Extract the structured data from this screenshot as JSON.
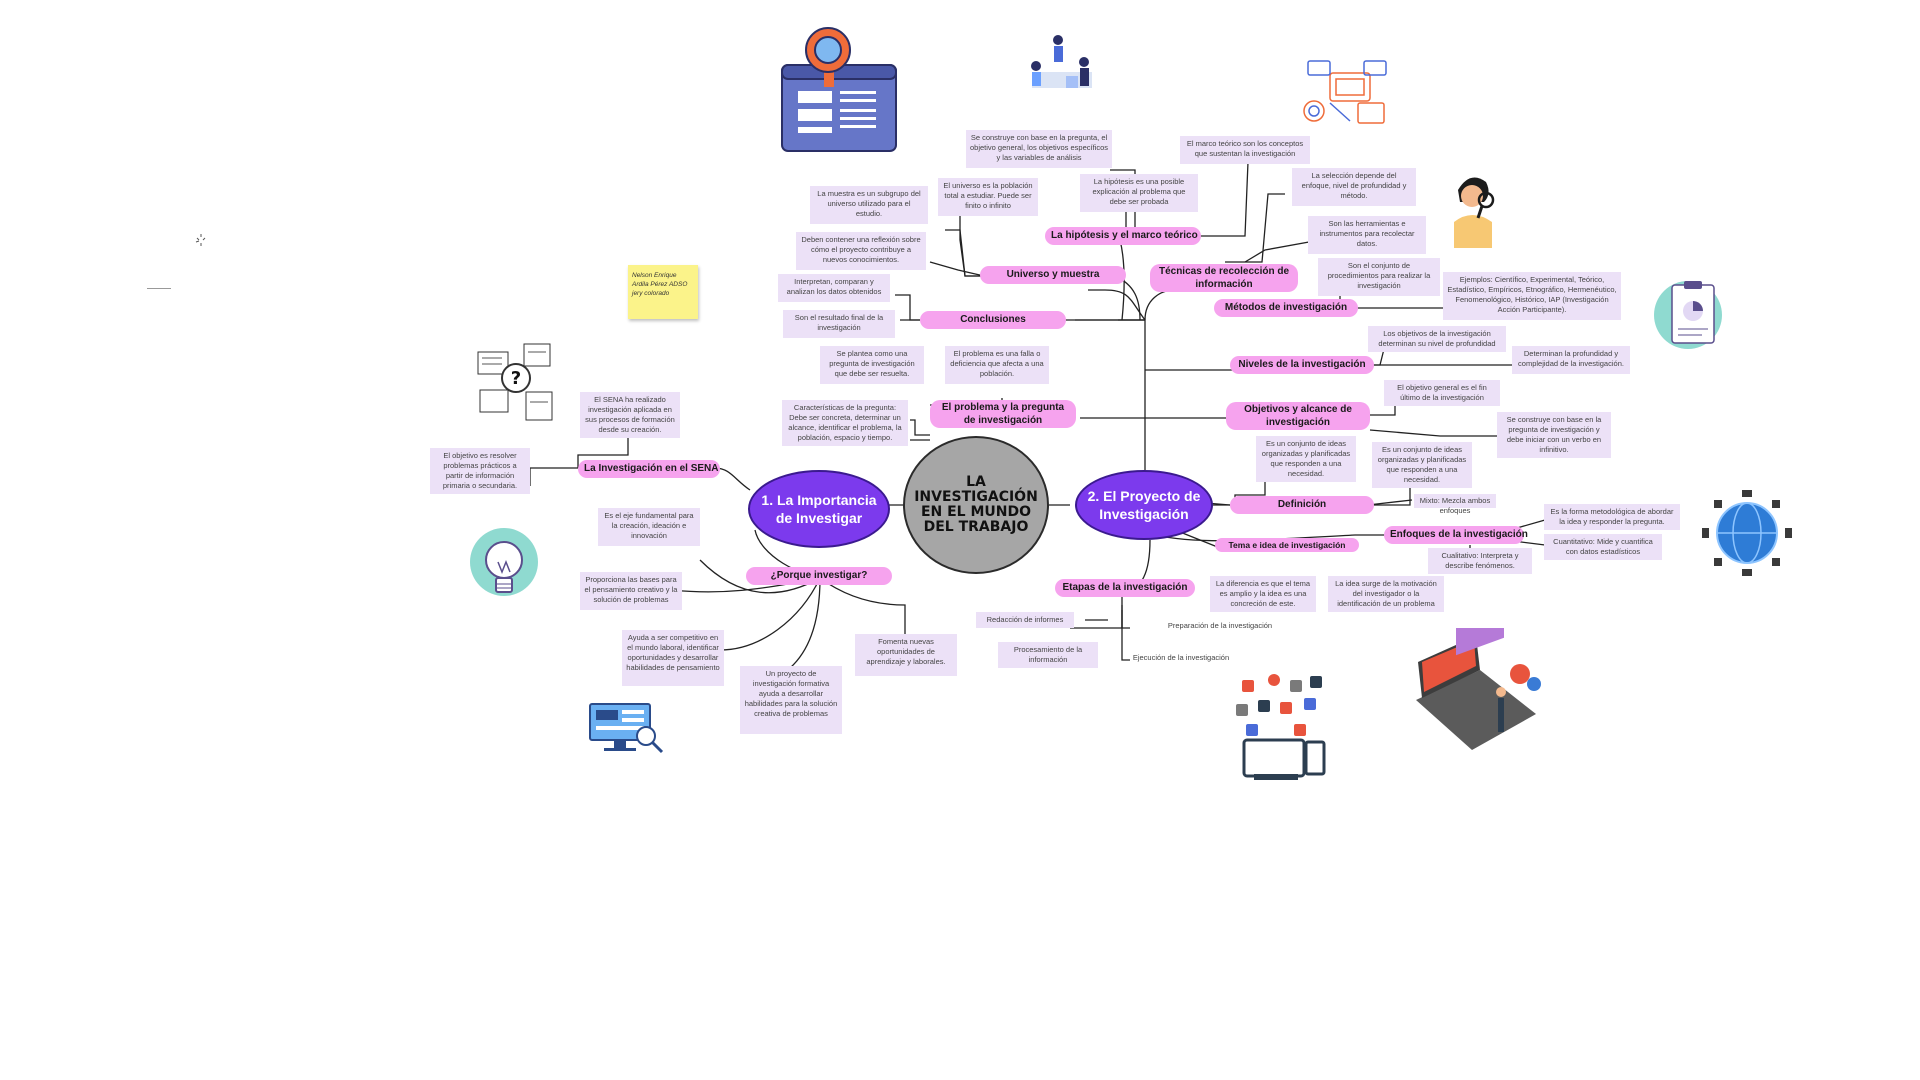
{
  "center": {
    "title": "LA INVESTIGACIÓN EN EL MUNDO DEL TRABAJO"
  },
  "hubs": {
    "left": "1. La Importancia de Investigar",
    "right": "2. El Proyecto de Investigación"
  },
  "sticky_note": "Nelson Enrique Ardila Pérez ADSO jery colorado",
  "topics": {
    "sena": "La Investigación en el SENA",
    "porque": "¿Porque investigar?",
    "problema": "El problema y la pregunta de investigación",
    "conclusiones": "Conclusiones",
    "universo": "Universo y muestra",
    "hipotesis": "La hipótesis y el marco teórico",
    "tecnicas": "Técnicas de recolección de información",
    "metodos": "Métodos de investigación",
    "niveles": "Niveles de la investigación",
    "objetivos": "Objetivos y alcance de investigación",
    "definicion": "Definición",
    "tema": "Tema e idea de investigación",
    "enfoques": "Enfoques de la investigación",
    "etapas": "Etapas de la investigación"
  },
  "notes": {
    "sena_1": "El SENA ha realizado investigación aplicada en sus procesos de formación desde su creación.",
    "sena_2": "El objetivo es resolver problemas prácticos a partir de información primaria o secundaria.",
    "porque_1": "Es el eje fundamental para la creación, ideación e innovación",
    "porque_2": "Proporciona las bases para el pensamiento creativo y la solución de problemas",
    "porque_3": "Ayuda a ser competitivo en el mundo laboral, identificar oportunidades y desarrollar habilidades de pensamiento",
    "porque_4": "Un proyecto de investigación formativa ayuda a desarrollar habilidades para la solución creativa de problemas",
    "porque_5": "Fomenta nuevas oportunidades de aprendizaje y laborales.",
    "problema_1": "Se plantea como una pregunta de investigación que debe ser resuelta.",
    "problema_2": "El problema es una falla o deficiencia que afecta a una población.",
    "problema_3": "Características de la pregunta: Debe ser concreta, determinar un alcance, identificar el problema, la población, espacio y tiempo.",
    "concl_1": "Interpretan, comparan y analizan los datos obtenidos",
    "concl_2": "Son el resultado final de la investigación",
    "concl_3": "Deben contener una reflexión sobre cómo el proyecto contribuye a nuevos conocimientos.",
    "univ_1": "La muestra es un subgrupo del universo utilizado para el estudio.",
    "univ_2": "El universo es la población total a estudiar. Puede ser finito o infinito",
    "hip_1": "Se construye con base en la pregunta, el objetivo general, los objetivos específicos y las variables de análisis",
    "hip_2": "La hipótesis es una posible explicación al problema que debe ser probada",
    "hip_3": "El marco teórico son los conceptos que sustentan la investigación",
    "tec_1": "La selección depende del enfoque, nivel de profundidad y método.",
    "tec_2": "Son las herramientas e instrumentos para recolectar datos.",
    "met_1": "Son el conjunto de procedimientos para realizar la investigación",
    "met_2": "Ejemplos: Científico, Experimental, Teórico, Estadístico, Empíricos, Etnográfico, Hermenéutico, Fenomenológico, Histórico, IAP (Investigación Acción Participante).",
    "niv_1": "Los objetivos de la investigación determinan su nivel de profundidad",
    "niv_2": "Determinan la profundidad y complejidad de la investigación.",
    "obj_1": "El objetivo general es el fin último de la investigación",
    "obj_2": "Se construye con base en la pregunta de investigación y debe iniciar con un verbo en infinitivo.",
    "def_1": "Es un conjunto de ideas organizadas y planificadas que responden a una necesidad.",
    "def_2": "Es un conjunto de ideas organizadas y planificadas que responden a una necesidad.",
    "enf_mixto": "Mixto: Mezcla ambos enfoques",
    "enf_1": "Es la forma metodológica de abordar la idea y responder la pregunta.",
    "enf_cuant": "Cuantitativo: Mide y cuantifica con datos estadísticos",
    "enf_cual": "Cualitativo: Interpreta y describe fenómenos.",
    "tema_1": "La diferencia es que el tema es amplio y la idea es una concreción de este.",
    "tema_2": "La idea surge de la motivación del investigador o la identificación de un problema",
    "etapa_1": "Redacción de informes",
    "etapa_2": "Preparación de la investigación",
    "etapa_3": "Procesamiento de la información",
    "etapa_4": "Ejecución de la investigación"
  },
  "illustrations": [
    "search-window-illustration",
    "team-illustration",
    "data-devices-illustration",
    "person-magnifier-illustration",
    "clipboard-chart-illustration",
    "globe-illustration",
    "laptop-code-illustration",
    "social-media-devices-illustration",
    "question-papers-illustration",
    "lightbulb-illustration",
    "monitor-magnifier-illustration"
  ],
  "colors": {
    "hub": "#7c3aed",
    "topic": "#f6a3ee",
    "note": "#ece1f7",
    "center": "#a6a6a6",
    "sticky": "#fbf38a"
  }
}
